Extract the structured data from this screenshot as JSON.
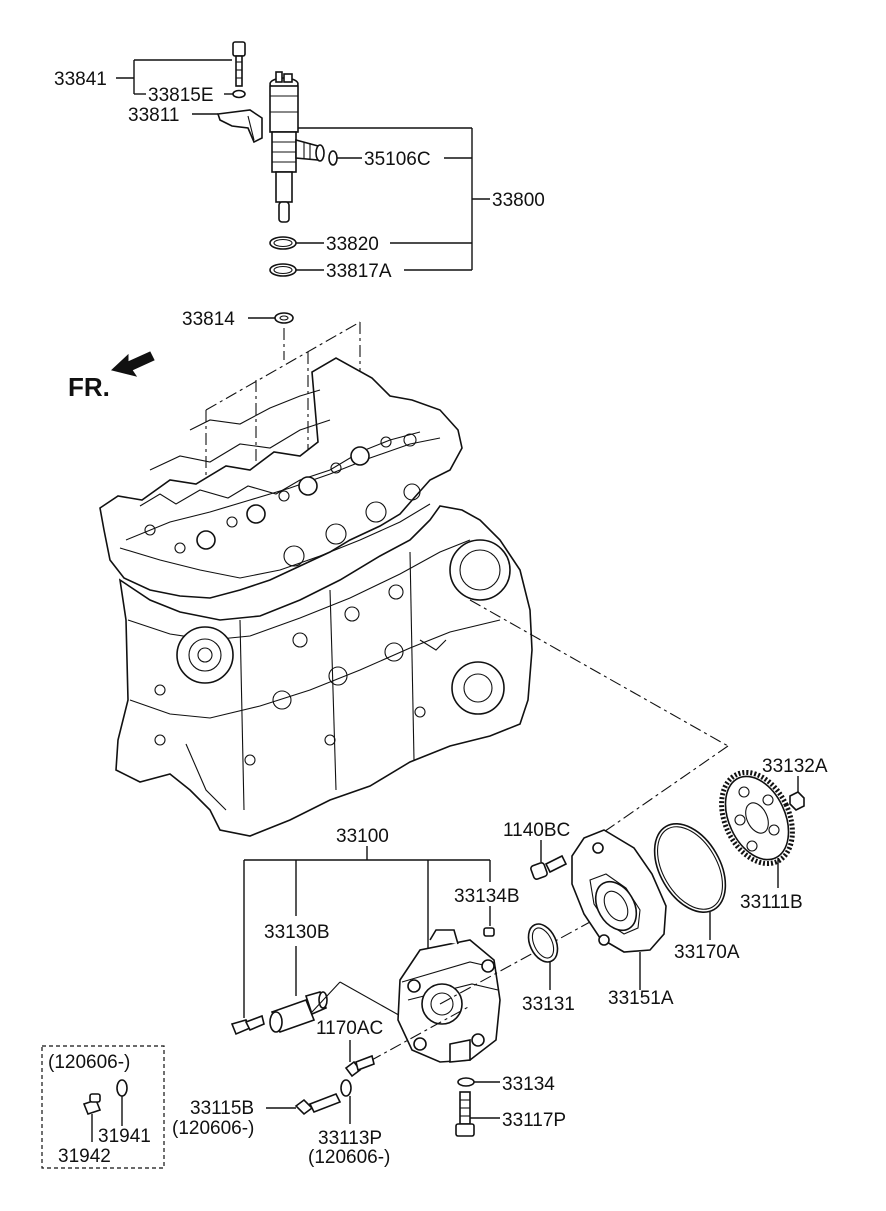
{
  "front_marker": "FR.",
  "labels": {
    "p33841": "33841",
    "p33815E": "33815E",
    "p33811": "33811",
    "p35106C": "35106C",
    "p33800": "33800",
    "p33820": "33820",
    "p33817A": "33817A",
    "p33814": "33814",
    "p33132A": "33132A",
    "p33100": "33100",
    "p1140BC": "1140BC",
    "p33134B": "33134B",
    "p33111B": "33111B",
    "p33130B": "33130B",
    "p33170A": "33170A",
    "p33131": "33131",
    "p33151A": "33151A",
    "p1170AC": "1170AC",
    "p33134": "33134",
    "p33115B": "33115B",
    "p33115B_note": "(120606-)",
    "p33113P": "33113P",
    "p33113P_note": "(120606-)",
    "p33117P": "33117P",
    "inset_note": "(120606-)",
    "p31941": "31941",
    "p31942": "31942"
  }
}
